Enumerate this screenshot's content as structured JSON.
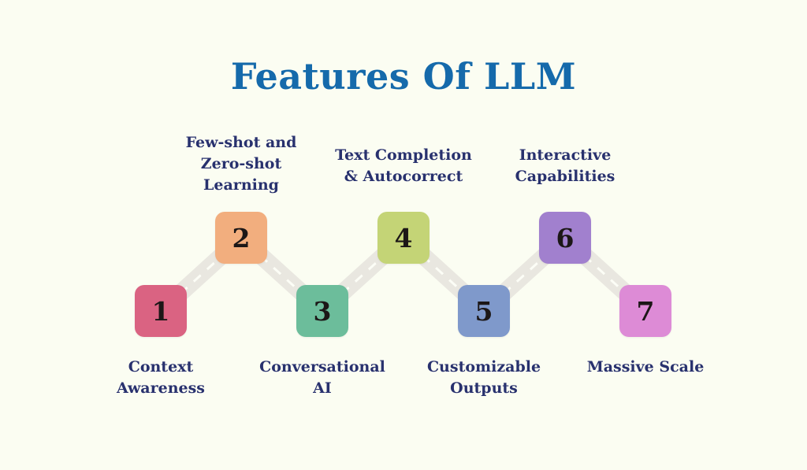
{
  "title": "Features Of LLM",
  "theme": {
    "background": "#fbfdf2",
    "title_color": "#156aab",
    "label_color": "#28316e",
    "number_color": "#1c1717",
    "road_color": "#e9e7e0",
    "road_dash_color": "#fcfdf6"
  },
  "items": [
    {
      "number": "1",
      "label": "Context\nAwareness",
      "color": "#da6382",
      "row": "bottom"
    },
    {
      "number": "2",
      "label": "Few-shot and\nZero-shot\nLearning",
      "color": "#f2ae7e",
      "row": "top"
    },
    {
      "number": "3",
      "label": "Conversational\nAI",
      "color": "#6cbd9b",
      "row": "bottom"
    },
    {
      "number": "4",
      "label": "Text Completion\n& Autocorrect",
      "color": "#c4d476",
      "row": "top"
    },
    {
      "number": "5",
      "label": "Customizable\nOutputs",
      "color": "#7f99cb",
      "row": "bottom"
    },
    {
      "number": "6",
      "label": "Interactive\nCapabilities",
      "color": "#a180ce",
      "row": "top"
    },
    {
      "number": "7",
      "label": "Massive Scale",
      "color": "#dd8bd6",
      "row": "bottom"
    }
  ]
}
